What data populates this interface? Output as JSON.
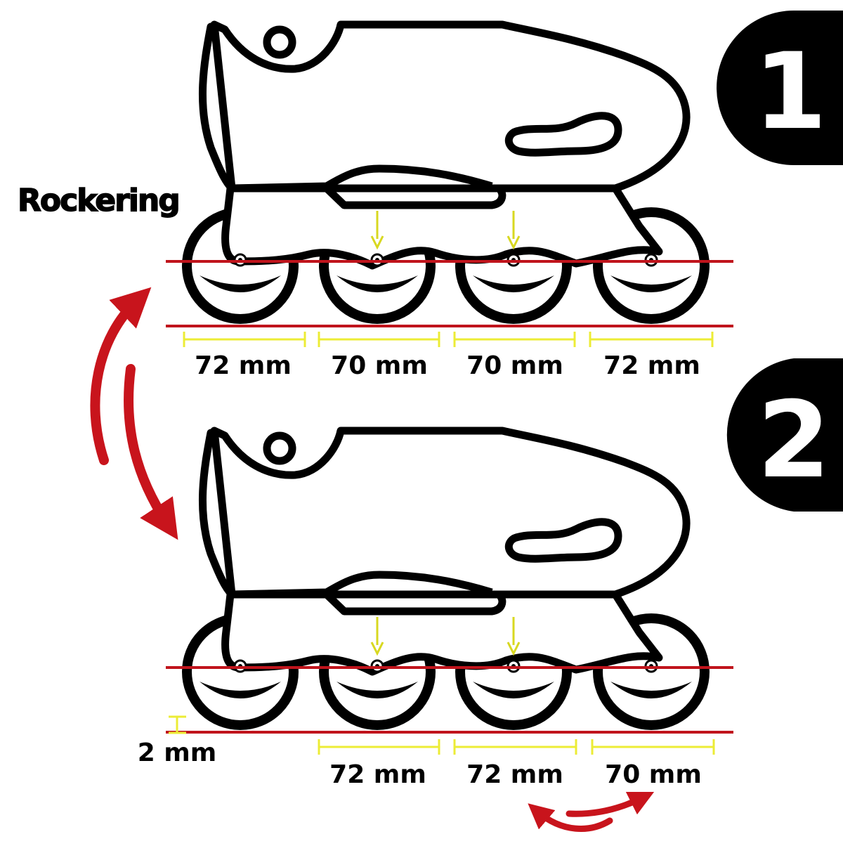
{
  "title": "Rockering",
  "colors": {
    "outline": "#000000",
    "boot_fill": "#ffffff",
    "ground_line": "#c0141c",
    "measure": "#ecec36",
    "arrow": "#c8141c",
    "badge_fill": "#000000",
    "badge_text": "#ffffff"
  },
  "panels": [
    {
      "number": "1",
      "spacings": [
        "72 mm",
        "70 mm",
        "70 mm",
        "72 mm"
      ]
    },
    {
      "number": "2",
      "offset_label": "2 mm",
      "spacings": [
        "72 mm",
        "72 mm",
        "70 mm"
      ]
    }
  ]
}
